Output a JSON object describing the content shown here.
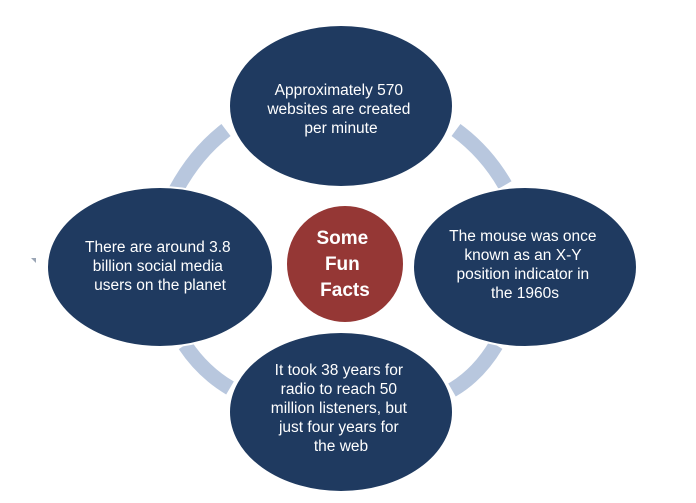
{
  "center": {
    "label_lines": [
      "Some",
      "Fun",
      "Facts"
    ],
    "fill": "#953735"
  },
  "nodes": [
    {
      "id": "top",
      "lines": [
        "Approximately 570",
        "websites are created",
        "per minute"
      ]
    },
    {
      "id": "right",
      "lines": [
        "The mouse was once",
        "known as an X-Y",
        "position indicator in",
        "the 1960s"
      ]
    },
    {
      "id": "bottom",
      "lines": [
        "It took 38 years for",
        "radio to reach 50",
        "million listeners, but",
        "just four years for",
        "the web"
      ]
    },
    {
      "id": "left",
      "lines": [
        "There are around 3.8",
        "billion social media",
        "users on the planet"
      ]
    }
  ],
  "colors": {
    "node_fill": "#1f3a60",
    "node_stroke": "#ffffff",
    "connector": "#b8c7de",
    "marker": "#9aa5b5"
  }
}
